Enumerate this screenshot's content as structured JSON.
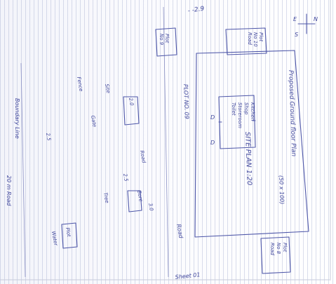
{
  "sketch": {
    "compass": {
      "n": "N",
      "s": "S",
      "e": "E"
    },
    "top_scrawl": "- -2.9",
    "sheet_header": "SITE PLAN  1:20",
    "plot_label": "PLOT NO. 09",
    "building_title": "Proposed Ground floor Plan",
    "building_subtitle": "(50 x 100)",
    "box_top_left": [
      "Plot",
      "No 9"
    ],
    "box_top_right": [
      "Plot",
      "No 10",
      "Road"
    ],
    "room": {
      "d_left": "D",
      "d_right": "D",
      "lines": [
        "Kitchen",
        "Shop",
        "Storeroom",
        "Toilet"
      ]
    },
    "box_bottom_right": [
      "Plot",
      "No 8",
      "Road"
    ],
    "road_label": "Road",
    "left_notes": [
      "2.0",
      "Site",
      "Fence",
      "Gate",
      "Road",
      "2.5",
      "Tree",
      "Bore",
      "2.5",
      "3.0",
      "Plot",
      "Water"
    ],
    "boundary_label": "Boundary Line",
    "left_far": "20 m  Road",
    "page_mark": "Sheet 01"
  }
}
